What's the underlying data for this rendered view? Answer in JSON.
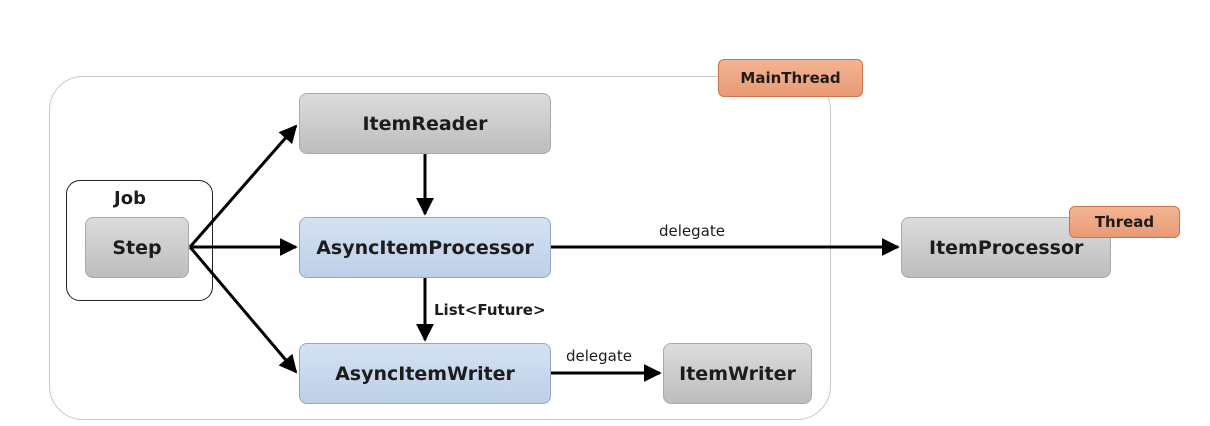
{
  "diagram": {
    "main_thread_tag": "MainThread",
    "thread_tag": "Thread",
    "job_label": "Job",
    "nodes": {
      "step": "Step",
      "item_reader": "ItemReader",
      "async_item_processor": "AsyncItemProcessor",
      "async_item_writer": "AsyncItemWriter",
      "item_processor": "ItemProcessor",
      "item_writer": "ItemWriter"
    },
    "edge_labels": {
      "processor_delegate": "delegate",
      "writer_delegate": "delegate",
      "list_future": "List<Future>"
    },
    "colors": {
      "gray_node": "#cfcfcf",
      "blue_node": "#c9daee",
      "thread_tag": "#ef a57f",
      "arrow": "#000000"
    }
  }
}
